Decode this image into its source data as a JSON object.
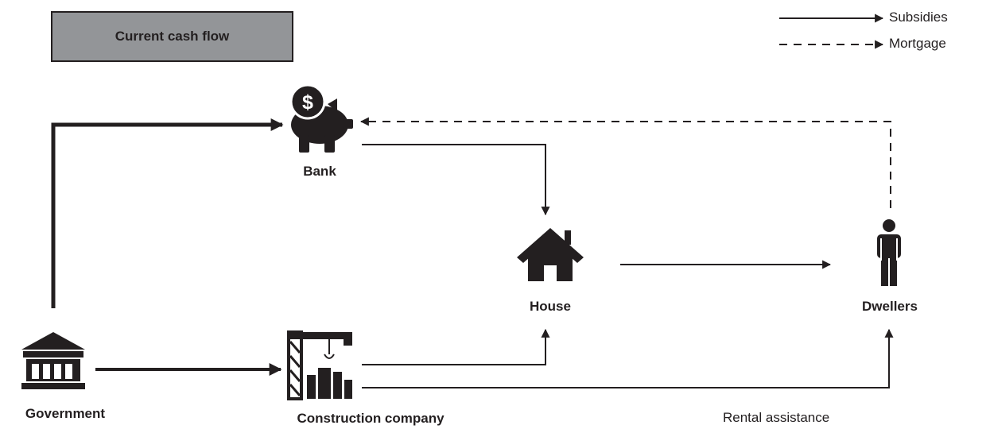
{
  "title": "Current cash flow",
  "legend": {
    "subsidies": "Subsidies",
    "mortgage": "Mortgage"
  },
  "nodes": {
    "bank": {
      "label": "Bank",
      "icon": "piggy-bank-dollar-icon"
    },
    "house": {
      "label": "House",
      "icon": "house-icon"
    },
    "dwellers": {
      "label": "Dwellers",
      "icon": "person-icon"
    },
    "government": {
      "label": "Government",
      "icon": "government-building-icon"
    },
    "construction": {
      "label": "Construction company",
      "icon": "construction-crane-icon"
    }
  },
  "annotations": {
    "rental_assistance": "Rental assistance"
  },
  "flows": [
    {
      "from": "Government",
      "to": "Bank",
      "type": "subsidy"
    },
    {
      "from": "Government",
      "to": "Construction company",
      "type": "subsidy"
    },
    {
      "from": "Bank",
      "to": "House",
      "type": "subsidy"
    },
    {
      "from": "Construction company",
      "to": "House",
      "type": "subsidy"
    },
    {
      "from": "Construction company",
      "to": "Dwellers",
      "type": "subsidy"
    },
    {
      "from": "House",
      "to": "Dwellers",
      "type": "subsidy"
    },
    {
      "from": "Dwellers",
      "to": "Bank",
      "type": "mortgage"
    }
  ],
  "colors": {
    "ink": "#231f20",
    "title_fill": "#939598"
  }
}
